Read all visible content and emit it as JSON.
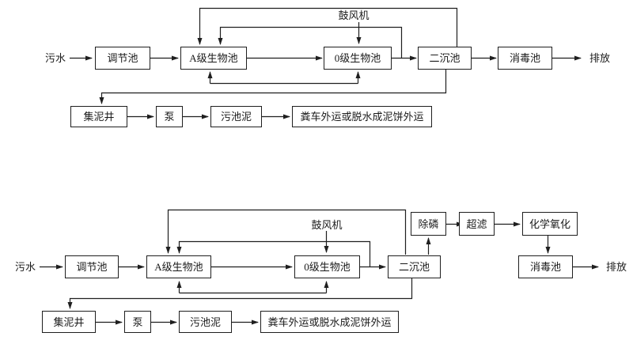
{
  "top_flowchart": {
    "influent_label": "污水",
    "discharge_label": "排放",
    "blower_label": "鼓风机",
    "nodes": {
      "regulating_tank": "调节池",
      "a_bio_tank": "A级生物池",
      "o_bio_tank": "0级生物池",
      "secondary_sedimentation_tank": "二沉池",
      "disinfection_tank": "消毒池",
      "sludge_well": "集泥井",
      "pump": "泵",
      "sludge_tank": "污池泥",
      "sludge_disposal": "粪车外运或脱水成泥饼外运"
    }
  },
  "bottom_flowchart": {
    "influent_label": "污水",
    "discharge_label": "排放",
    "blower_label": "鼓风机",
    "nodes": {
      "regulating_tank": "调节池",
      "a_bio_tank": "A级生物池",
      "o_bio_tank": "0级生物池",
      "secondary_sedimentation_tank": "二沉池",
      "phosphorus_removal": "除磷",
      "ultrafiltration": "超滤",
      "chemical_oxidation": "化学氧化",
      "disinfection_tank": "消毒池",
      "sludge_well": "集泥井",
      "pump": "泵",
      "sludge_tank": "污池泥",
      "sludge_disposal": "粪车外运或脱水成泥饼外运"
    }
  },
  "colors": {
    "line": "#1f1f1f",
    "background": "#ffffff"
  }
}
